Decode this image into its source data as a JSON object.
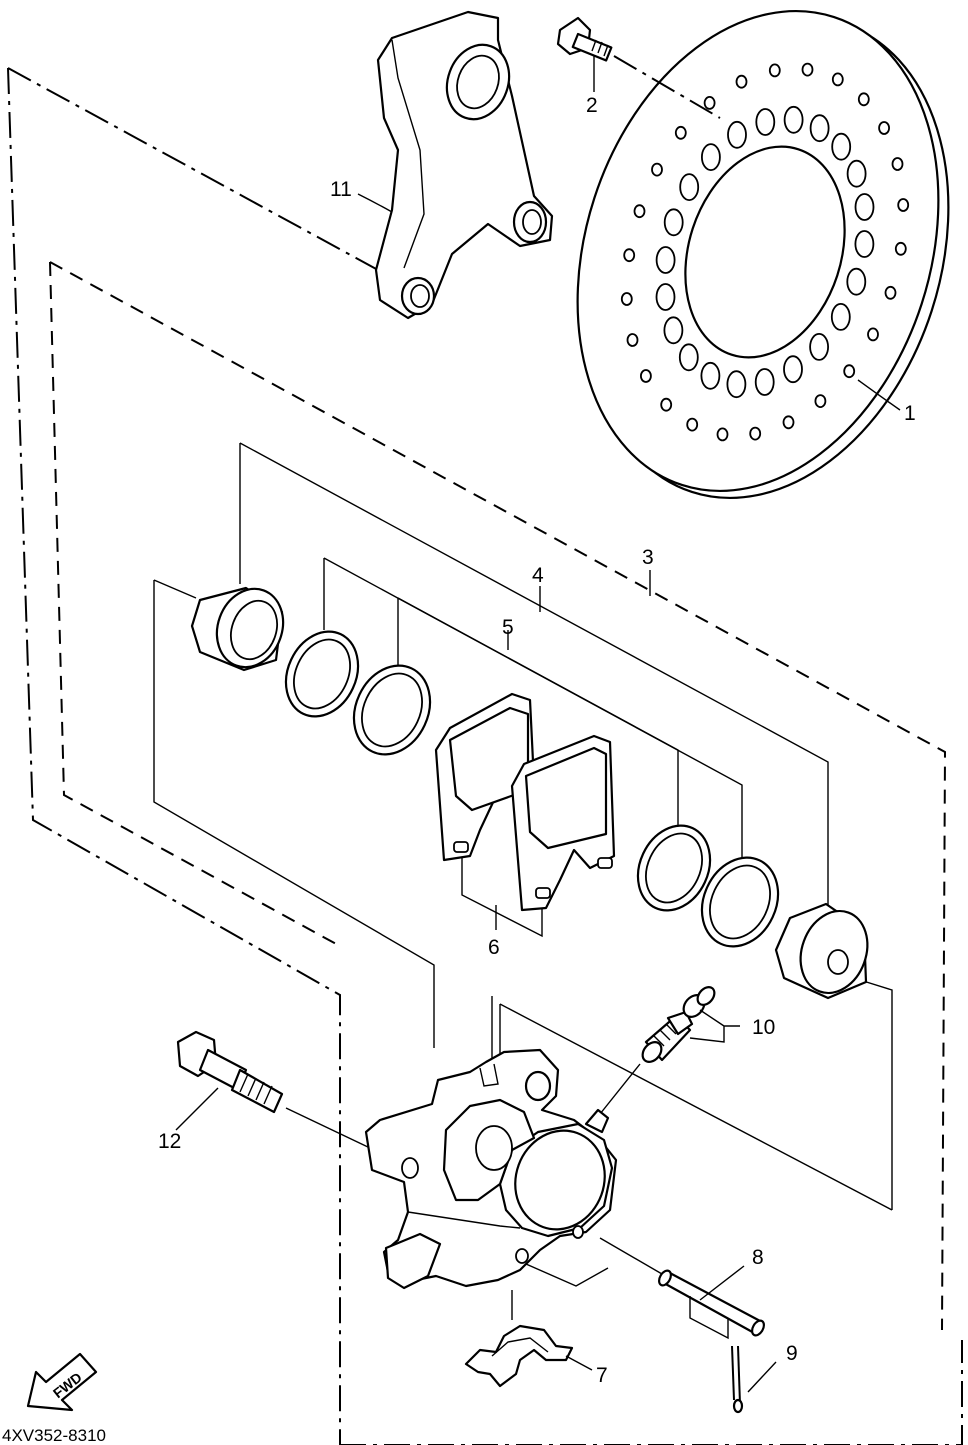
{
  "diagram": {
    "part_code": "4XV352-8310",
    "forward_label": "FWD",
    "callouts": [
      {
        "id": "1",
        "text": "1"
      },
      {
        "id": "2",
        "text": "2"
      },
      {
        "id": "3",
        "text": "3"
      },
      {
        "id": "4",
        "text": "4"
      },
      {
        "id": "5",
        "text": "5"
      },
      {
        "id": "6",
        "text": "6"
      },
      {
        "id": "7",
        "text": "7"
      },
      {
        "id": "8",
        "text": "8"
      },
      {
        "id": "9",
        "text": "9"
      },
      {
        "id": "10",
        "text": "10"
      },
      {
        "id": "11",
        "text": "11"
      },
      {
        "id": "12",
        "text": "12"
      }
    ],
    "parts": [
      {
        "callout": "1",
        "icon": "brake-disc-icon"
      },
      {
        "callout": "2",
        "icon": "bolt-icon"
      },
      {
        "callout": "3",
        "icon": "caliper-assembly-group-icon"
      },
      {
        "callout": "4",
        "icon": "piston-seal-kit-group-icon"
      },
      {
        "callout": "5",
        "icon": "seal-group-icon"
      },
      {
        "callout": "6",
        "icon": "brake-pad-icon"
      },
      {
        "callout": "7",
        "icon": "pad-spring-icon"
      },
      {
        "callout": "8",
        "icon": "pad-pin-icon"
      },
      {
        "callout": "9",
        "icon": "clip-icon"
      },
      {
        "callout": "10",
        "icon": "bleed-screw-icon"
      },
      {
        "callout": "11",
        "icon": "caliper-bracket-icon"
      },
      {
        "callout": "12",
        "icon": "caliper-bolt-icon"
      }
    ]
  }
}
